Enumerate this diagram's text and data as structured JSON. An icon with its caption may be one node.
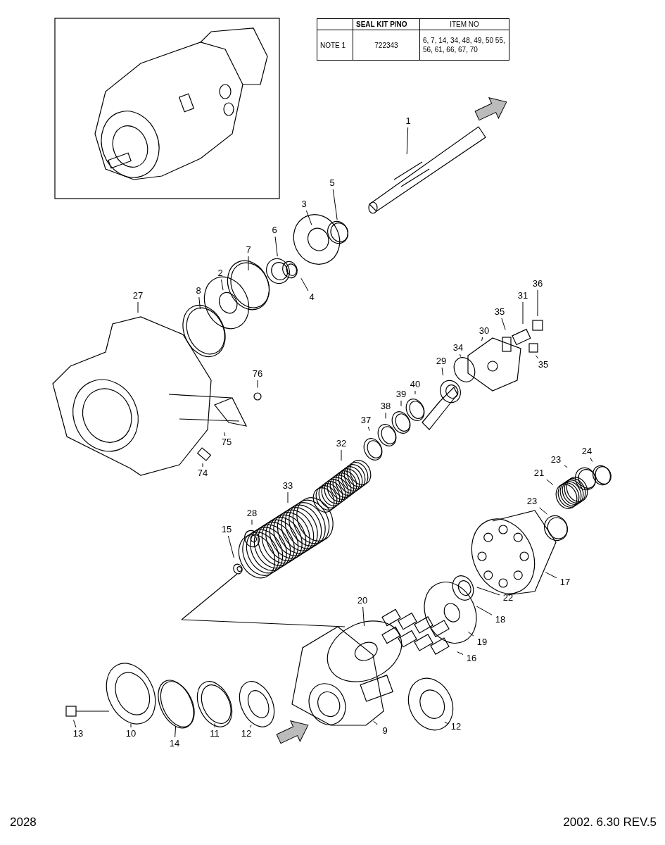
{
  "diagram": {
    "nodes": [
      {
        "text": [
          "1"
        ]
      },
      {
        "text": [
          "5"
        ]
      },
      {
        "text": [
          "3"
        ]
      },
      {
        "text": [
          "6"
        ]
      },
      {
        "text": [
          "7"
        ]
      },
      {
        "text": [
          "2"
        ]
      },
      {
        "text": [
          "8"
        ]
      },
      {
        "text": [
          "27"
        ]
      },
      {
        "text": [
          "4"
        ]
      },
      {
        "text": [
          "36"
        ]
      },
      {
        "text": [
          "35"
        ]
      },
      {
        "text": [
          "31"
        ]
      },
      {
        "text": [
          "30"
        ]
      },
      {
        "text": [
          "34"
        ]
      },
      {
        "text": [
          "35"
        ]
      },
      {
        "text": [
          "29"
        ]
      },
      {
        "text": [
          "76"
        ]
      },
      {
        "text": [
          "40"
        ]
      },
      {
        "text": [
          "39"
        ]
      },
      {
        "text": [
          "38"
        ]
      },
      {
        "text": [
          "37"
        ]
      },
      {
        "text": [
          "75"
        ]
      },
      {
        "text": [
          "32"
        ]
      },
      {
        "text": [
          "24"
        ]
      },
      {
        "text": [
          "23"
        ]
      },
      {
        "text": [
          "74"
        ]
      },
      {
        "text": [
          "21"
        ]
      },
      {
        "text": [
          "23"
        ]
      },
      {
        "text": [
          "33"
        ]
      },
      {
        "text": [
          "28"
        ]
      },
      {
        "text": [
          "15"
        ]
      },
      {
        "text": [
          "17"
        ]
      },
      {
        "text": [
          "22"
        ]
      },
      {
        "text": [
          "18"
        ]
      },
      {
        "text": [
          "20"
        ]
      },
      {
        "text": [
          "19"
        ]
      },
      {
        "text": [
          "16"
        ]
      },
      {
        "text": [
          "9"
        ]
      },
      {
        "text": [
          "12"
        ]
      },
      {
        "text": [
          "13"
        ]
      },
      {
        "text": [
          "10"
        ]
      },
      {
        "text": [
          "14"
        ]
      },
      {
        "text": [
          "11"
        ]
      },
      {
        "text": [
          "12"
        ]
      }
    ],
    "edges": [
      {
        "from": 0,
        "to": null,
        "arrow": "none"
      },
      {
        "from": 1,
        "to": null,
        "arrow": "none"
      },
      {
        "from": 2,
        "to": null,
        "arrow": "none"
      },
      {
        "from": 3,
        "to": null,
        "arrow": "none"
      },
      {
        "from": 4,
        "to": null,
        "arrow": "none"
      },
      {
        "from": 5,
        "to": null,
        "arrow": "none"
      },
      {
        "from": 6,
        "to": null,
        "arrow": "none"
      },
      {
        "from": 7,
        "to": null,
        "arrow": "none"
      },
      {
        "from": 8,
        "to": null,
        "arrow": "none"
      },
      {
        "from": 9,
        "to": null,
        "arrow": "none"
      },
      {
        "from": 10,
        "to": null,
        "arrow": "none"
      },
      {
        "from": 11,
        "to": null,
        "arrow": "none"
      },
      {
        "from": 12,
        "to": null,
        "arrow": "none"
      },
      {
        "from": 13,
        "to": null,
        "arrow": "none"
      },
      {
        "from": 14,
        "to": null,
        "arrow": "none"
      },
      {
        "from": 15,
        "to": null,
        "arrow": "none"
      },
      {
        "from": 16,
        "to": null,
        "arrow": "none"
      },
      {
        "from": 17,
        "to": null,
        "arrow": "none"
      },
      {
        "from": 18,
        "to": null,
        "arrow": "none"
      },
      {
        "from": 19,
        "to": null,
        "arrow": "none"
      },
      {
        "from": 20,
        "to": null,
        "arrow": "none"
      },
      {
        "from": 21,
        "to": null,
        "arrow": "none"
      },
      {
        "from": 22,
        "to": null,
        "arrow": "none"
      },
      {
        "from": 23,
        "to": null,
        "arrow": "none"
      },
      {
        "from": 24,
        "to": null,
        "arrow": "none"
      },
      {
        "from": 25,
        "to": null,
        "arrow": "none"
      },
      {
        "from": 26,
        "to": null,
        "arrow": "none"
      },
      {
        "from": 27,
        "to": null,
        "arrow": "none"
      },
      {
        "from": 28,
        "to": null,
        "arrow": "none"
      },
      {
        "from": 29,
        "to": null,
        "arrow": "none"
      },
      {
        "from": 30,
        "to": null,
        "arrow": "none"
      },
      {
        "from": 31,
        "to": null,
        "arrow": "none"
      },
      {
        "from": 32,
        "to": null,
        "arrow": "none"
      },
      {
        "from": 33,
        "to": null,
        "arrow": "none"
      },
      {
        "from": 34,
        "to": null,
        "arrow": "none"
      },
      {
        "from": 35,
        "to": null,
        "arrow": "none"
      },
      {
        "from": 36,
        "to": null,
        "arrow": "none"
      },
      {
        "from": 37,
        "to": null,
        "arrow": "none"
      },
      {
        "from": 38,
        "to": null,
        "arrow": "none"
      },
      {
        "from": 39,
        "to": null,
        "arrow": "none"
      },
      {
        "from": 40,
        "to": null,
        "arrow": "none"
      },
      {
        "from": 41,
        "to": null,
        "arrow": "none"
      },
      {
        "from": 42,
        "to": null,
        "arrow": "none"
      },
      {
        "from": 43,
        "to": null,
        "arrow": "none"
      }
    ],
    "labels": [
      "SEAL KIT P/NO",
      "ITEM NO",
      "NOTE 1",
      "722343",
      "6, 7, 14, 34, 48, 49, 50 55, 56, 61, 66, 67, 70",
      "2028",
      "2002. 6.30 REV.5"
    ]
  }
}
